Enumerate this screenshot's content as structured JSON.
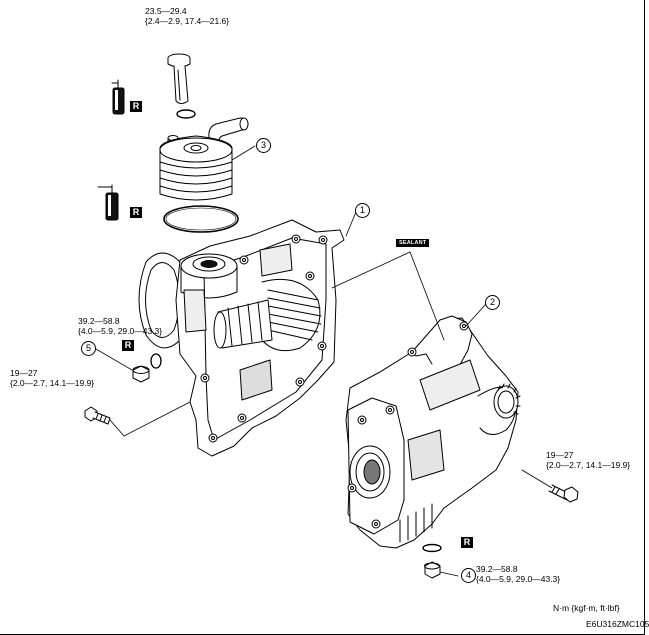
{
  "torque": {
    "bolt_top": {
      "line1": "23.5—29.4",
      "line2": "{2.4—2.9, 17.4—21.6}"
    },
    "plug_5": {
      "line1": "39.2—58.8",
      "line2": "{4.0—5.9, 29.0—43.3}"
    },
    "bolt_left": {
      "line1": "19—27",
      "line2": "{2.0—2.7, 14.1—19.9}"
    },
    "bolt_right": {
      "line1": "19—27",
      "line2": "{2.0—2.7, 14.1—19.9}"
    },
    "plug_4": {
      "line1": "39.2—58.8",
      "line2": "{4.0—5.9, 29.0—43.3}"
    }
  },
  "callouts": {
    "c1": "1",
    "c2": "2",
    "c3": "3",
    "c4": "4",
    "c5": "5"
  },
  "badges": {
    "replace": "R",
    "sealant": "SEALANT"
  },
  "units": "N·m {kgf·m, ft·lbf}",
  "figure_code": "E6U316ZMC105"
}
